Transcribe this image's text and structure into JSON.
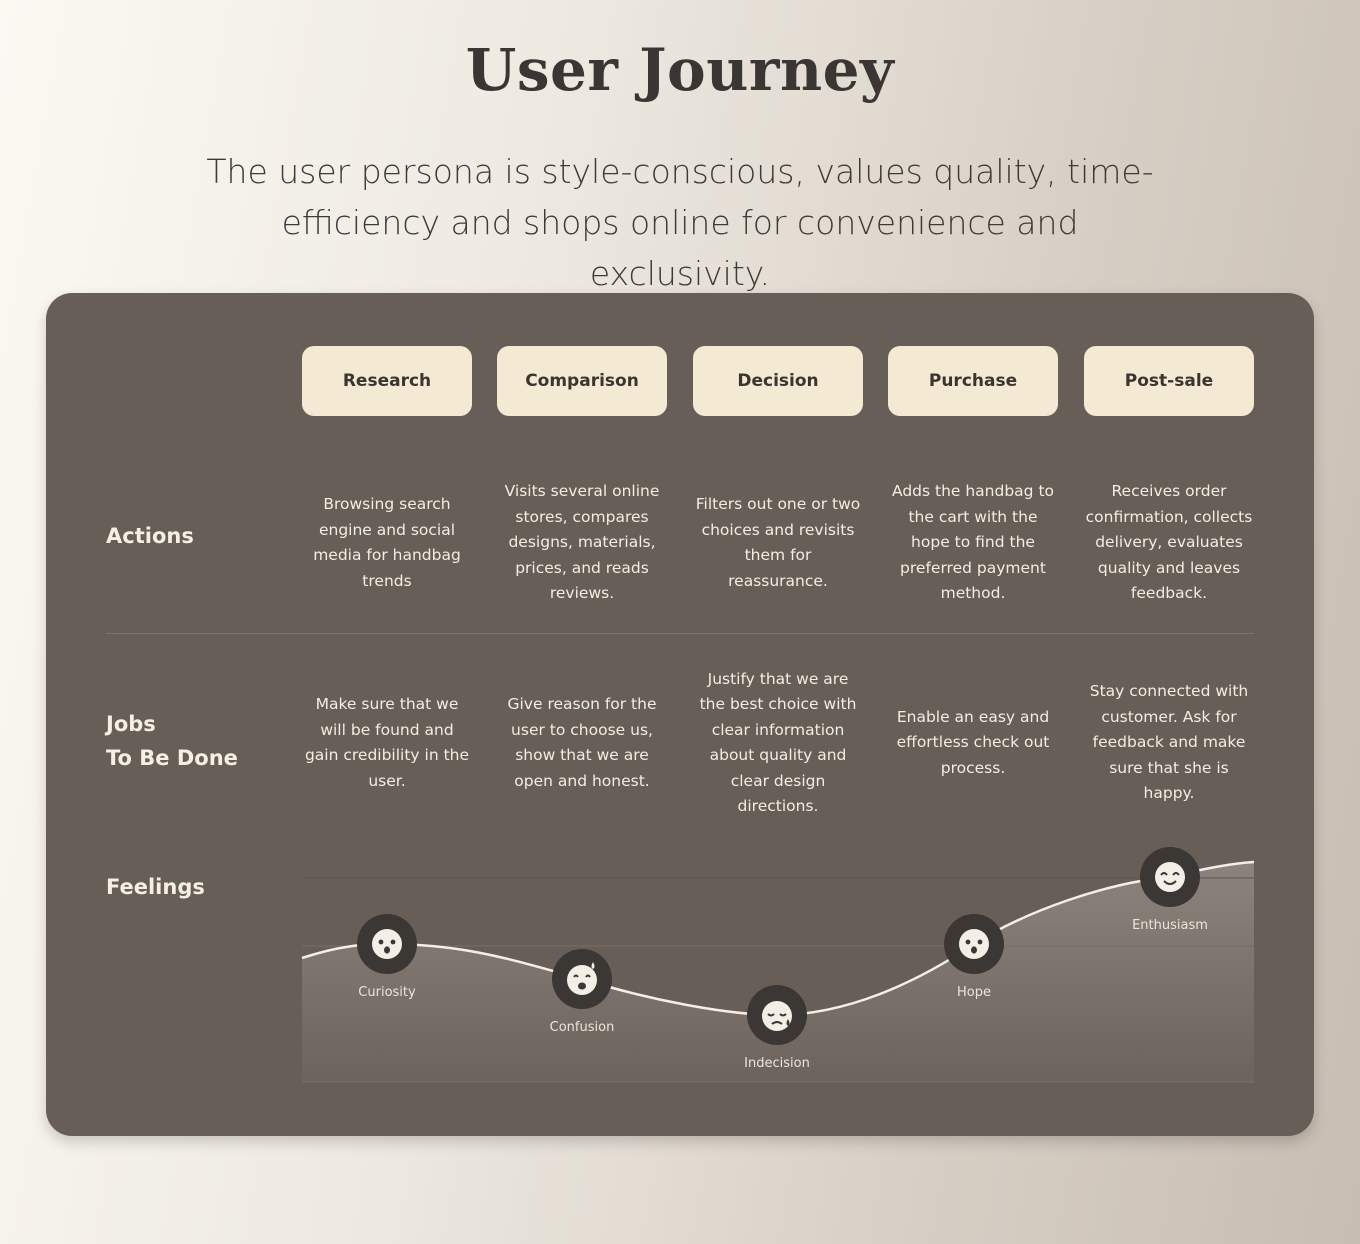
{
  "header": {
    "title": "User Journey",
    "subtitle": "The user persona is style-conscious, values quality, time-efficiency and shops online for convenience and exclusivity."
  },
  "stages": [
    "Research",
    "Comparison",
    "Decision",
    "Purchase",
    "Post-sale"
  ],
  "rows": {
    "actions": {
      "label": "Actions",
      "cells": [
        "Browsing search engine and social media for handbag trends",
        "Visits several online stores, compares designs, materials, prices, and reads reviews.",
        "Filters out one or two choices and revisits them for reassurance.",
        "Adds the handbag to the cart with the hope to find the preferred payment method.",
        "Receives order confirmation, collects delivery, evaluates quality and leaves feedback."
      ]
    },
    "jobs": {
      "label_line1": "Jobs",
      "label_line2": "To Be Done",
      "cells": [
        "Make sure that we will be found and gain credibility in the user.",
        "Give reason for the user to choose us, show that we are open and honest.",
        "Justify that we are the best choice with clear information about quality and clear design directions.",
        "Enable an easy and effortless check out process.",
        "Stay connected with customer. Ask for feedback and make sure that she is happy."
      ]
    },
    "feelings": {
      "label": "Feelings",
      "points": [
        {
          "emotion": "Curiosity",
          "icon": "surprised-face-icon",
          "level": 2
        },
        {
          "emotion": "Confusion",
          "icon": "sweat-face-icon",
          "level": 1.5
        },
        {
          "emotion": "Indecision",
          "icon": "sad-face-icon",
          "level": 1
        },
        {
          "emotion": "Hope",
          "icon": "surprised-face-icon",
          "level": 2
        },
        {
          "emotion": "Enthusiasm",
          "icon": "happy-face-icon",
          "level": 3
        }
      ]
    }
  },
  "colors": {
    "card": "#665e57",
    "stage_bg": "#f4e9d3",
    "face_bg": "#3b3734",
    "text_light": "#f4ede2"
  }
}
